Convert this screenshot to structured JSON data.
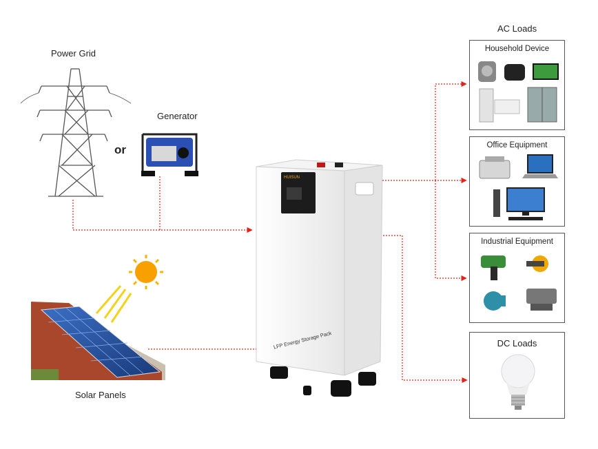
{
  "sources": {
    "power_grid_label": "Power Grid",
    "generator_label": "Generator",
    "or_label": "or",
    "solar_label": "Solar Panels"
  },
  "battery": {
    "brand": "HUISUN",
    "pack_label": "LFP Energy Storage Pack"
  },
  "loads": {
    "ac_title": "AC Loads",
    "household_title": "Household Device",
    "office_title": "Office Equipment",
    "industrial_title": "Industrial Equipment",
    "dc_title": "DC Loads"
  },
  "colors": {
    "flow_line": "#e2231a",
    "box_border": "#555555",
    "battery_body": "#f4f4f4",
    "sun": "#f7a000"
  }
}
